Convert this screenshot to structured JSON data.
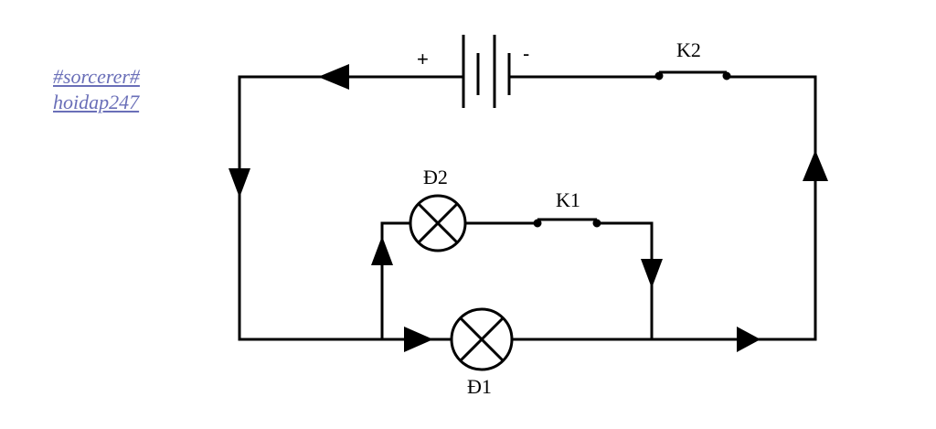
{
  "watermark": {
    "line1": "#sorcerer#",
    "line2": "hoidap247",
    "color": "#6a6fb8"
  },
  "circuit": {
    "battery": {
      "plus": "+",
      "minus": "-"
    },
    "switch_k2": "K2",
    "switch_k1": "K1",
    "lamp_d2": "Đ2",
    "lamp_d1": "Đ1",
    "wire_color": "#000000"
  }
}
